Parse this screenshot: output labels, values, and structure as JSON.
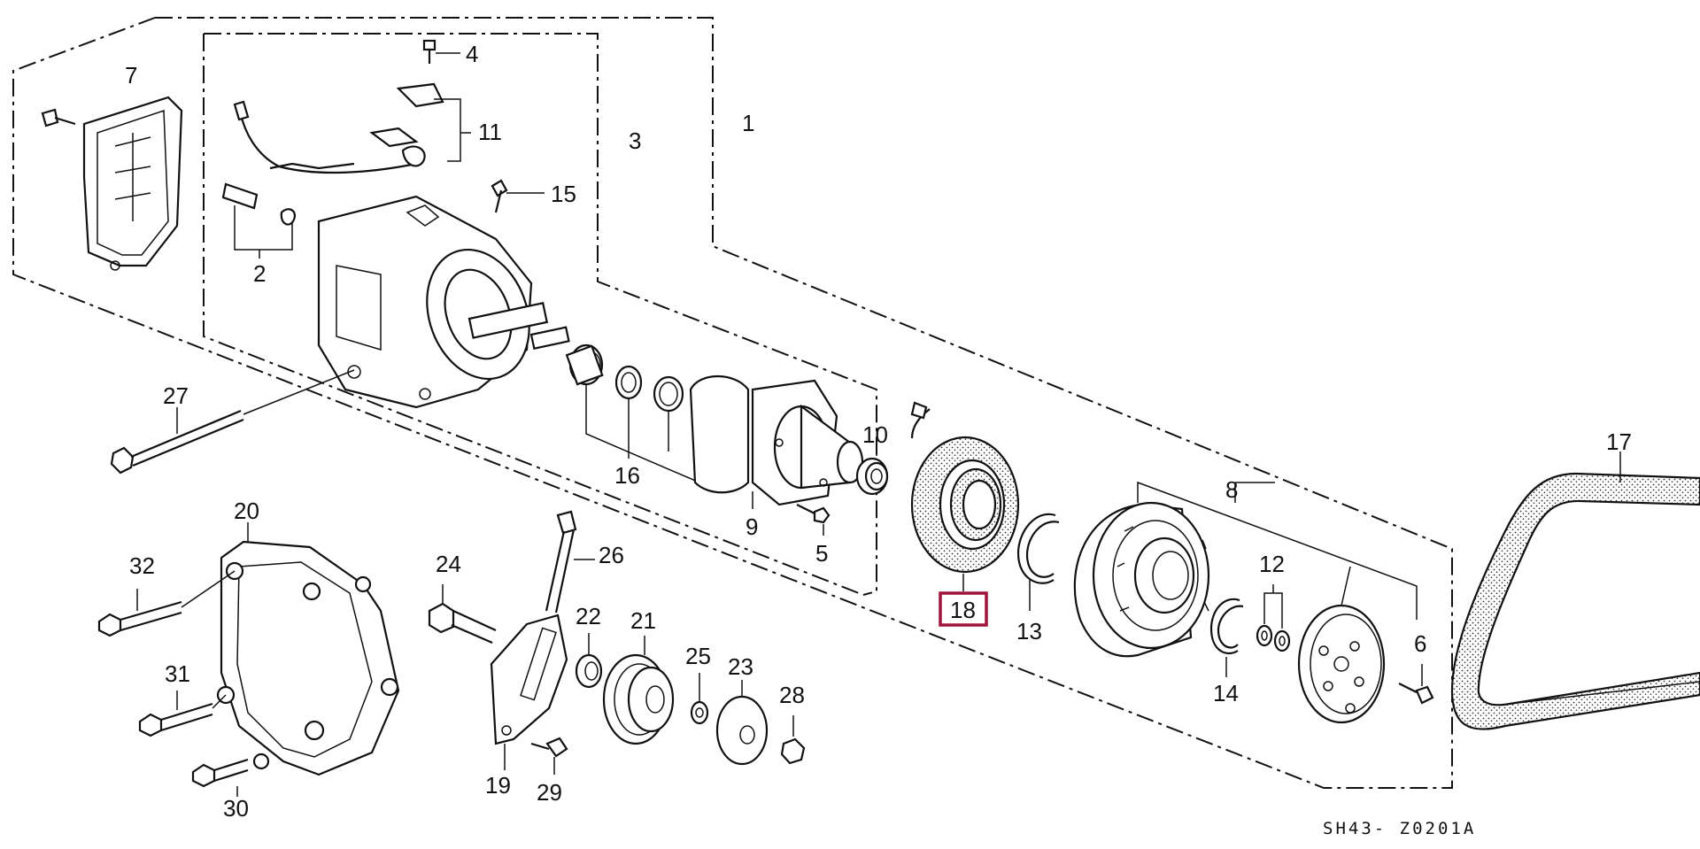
{
  "diagram": {
    "callouts": {
      "c1": "1",
      "c2": "2",
      "c3": "3",
      "c4": "4",
      "c5": "5",
      "c6": "6",
      "c7": "7",
      "c8": "8",
      "c9": "9",
      "c10": "10",
      "c11": "11",
      "c12": "12",
      "c13": "13",
      "c14": "14",
      "c15": "15",
      "c16": "16",
      "c17": "17",
      "c18": "18",
      "c19": "19",
      "c20": "20",
      "c21": "21",
      "c22": "22",
      "c23": "23",
      "c24": "24",
      "c25": "25",
      "c26": "26",
      "c27": "27",
      "c28": "28",
      "c29": "29",
      "c30": "30",
      "c31": "31",
      "c32": "32"
    },
    "highlighted_part": "18",
    "highlight_color": "#a3123a",
    "drawing_code": "SH43- Z0201A"
  }
}
